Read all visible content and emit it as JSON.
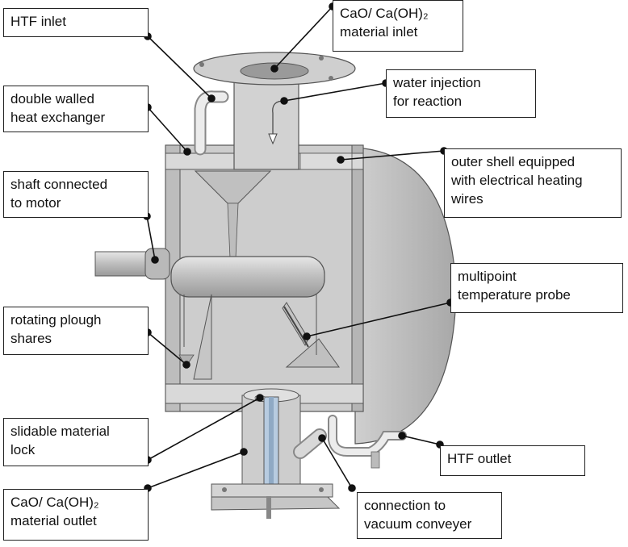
{
  "labels": {
    "htf_inlet": [
      "HTF inlet"
    ],
    "material_inlet": [
      "CaO/ Ca(OH)₂",
      "material inlet"
    ],
    "water_injection": [
      "water injection",
      "for reaction"
    ],
    "heat_exchanger": [
      "double walled",
      "heat exchanger"
    ],
    "outer_shell": [
      "outer shell equipped",
      "with electrical heating",
      "wires"
    ],
    "shaft": [
      "shaft connected",
      "to motor"
    ],
    "temperature_probe": [
      "multipoint",
      "temperature probe"
    ],
    "plough_shares": [
      "rotating plough",
      "shares"
    ],
    "material_lock": [
      "slidable material",
      "lock"
    ],
    "htf_outlet": [
      "HTF outlet"
    ],
    "material_outlet": [
      "CaO/ Ca(OH)₂",
      "material outlet"
    ],
    "vacuum_conveyer": [
      "connection to",
      "vacuum conveyer"
    ]
  },
  "colors": {
    "body": "#c8c8c8",
    "body_dark": "#a9a9a9",
    "body_light": "#e2e2e2",
    "lock_blue": "#b7cbe0",
    "line": "#222222"
  }
}
